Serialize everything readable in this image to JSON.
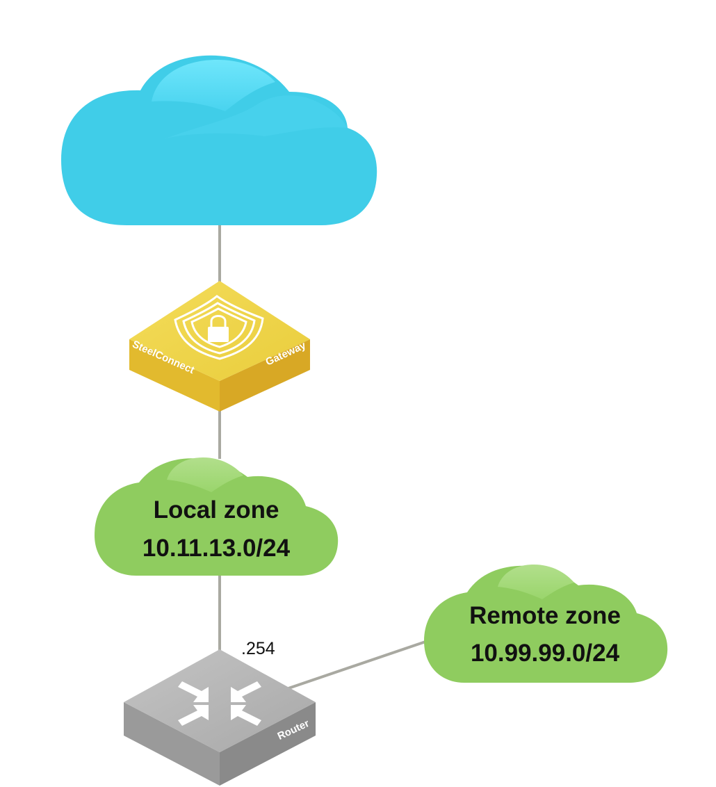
{
  "local_zone": {
    "name": "Local zone",
    "subnet": "10.11.13.0/24"
  },
  "remote_zone": {
    "name": "Remote zone",
    "subnet": "10.99.99.0/24"
  },
  "gateway": {
    "brand_label": "SteelConnect",
    "type_label": "Gateway"
  },
  "router": {
    "type_label": "Router",
    "interface_address": ".254"
  },
  "colors": {
    "internet_cloud": "#40cde8",
    "zone_cloud": "#8fcc5f",
    "gateway": "#e8c93a",
    "router": "#a6a6a6",
    "link": "#a9a9a1"
  }
}
